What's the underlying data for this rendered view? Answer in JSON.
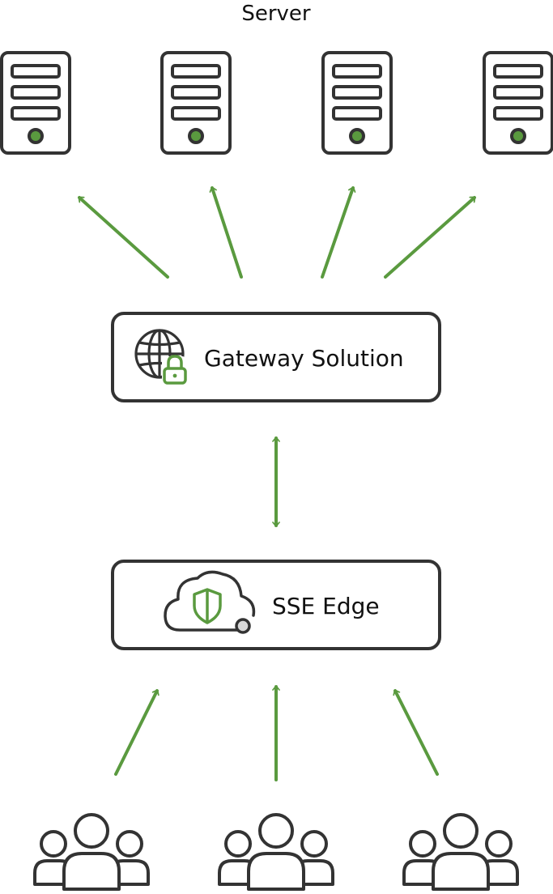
{
  "title": "Server",
  "gateway": {
    "label": "Gateway Solution",
    "icon": "globe-lock-icon"
  },
  "edge": {
    "label": "SSE Edge",
    "icon": "cloud-shield-icon"
  },
  "server_icon": "server-icon",
  "user_icon": "users-group-icon",
  "colors": {
    "accent": "#5a9a3f",
    "stroke": "#333333",
    "text": "#111111"
  }
}
